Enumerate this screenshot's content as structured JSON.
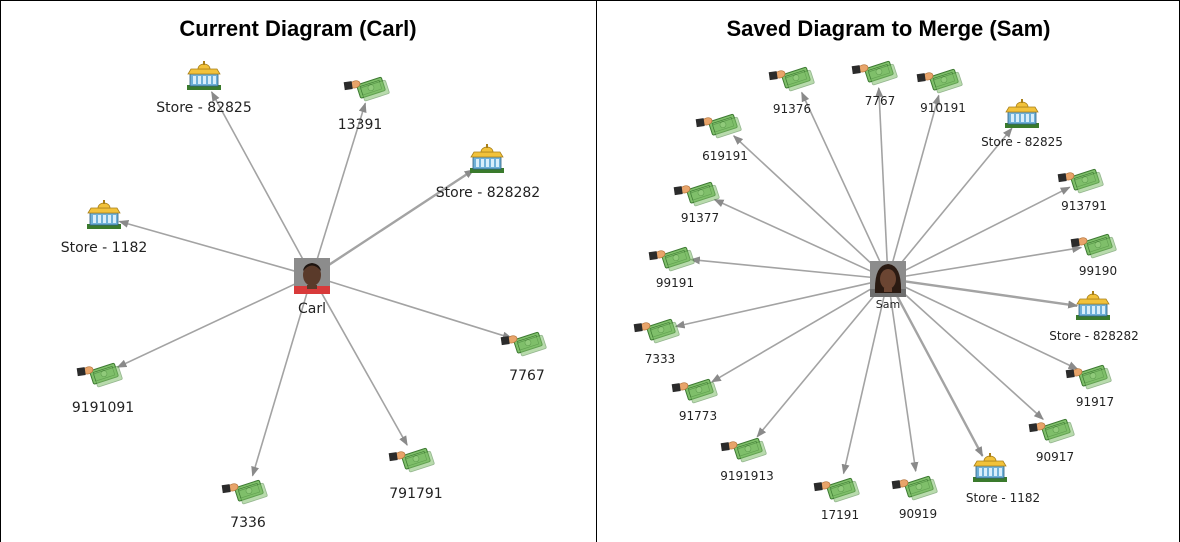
{
  "panels": [
    {
      "title": "Current Diagram (Carl)",
      "center": {
        "label": "Carl"
      },
      "nodes": [
        {
          "type": "store",
          "label": "Store - 82825"
        },
        {
          "type": "money",
          "label": "13391"
        },
        {
          "type": "store",
          "label": "Store - 828282"
        },
        {
          "type": "store",
          "label": "Store - 1182"
        },
        {
          "type": "money",
          "label": "7767"
        },
        {
          "type": "money",
          "label": "9191091"
        },
        {
          "type": "money",
          "label": "791791"
        },
        {
          "type": "money",
          "label": "7336"
        }
      ]
    },
    {
      "title": "Saved Diagram to Merge (Sam)",
      "center": {
        "label": "Sam"
      },
      "nodes": [
        {
          "type": "money",
          "label": "91376"
        },
        {
          "type": "money",
          "label": "7767"
        },
        {
          "type": "money",
          "label": "910191"
        },
        {
          "type": "store",
          "label": "Store - 82825"
        },
        {
          "type": "money",
          "label": "619191"
        },
        {
          "type": "money",
          "label": "913791"
        },
        {
          "type": "money",
          "label": "91377"
        },
        {
          "type": "money",
          "label": "99190"
        },
        {
          "type": "money",
          "label": "99191"
        },
        {
          "type": "store",
          "label": "Store - 828282"
        },
        {
          "type": "money",
          "label": "7333"
        },
        {
          "type": "money",
          "label": "91917"
        },
        {
          "type": "money",
          "label": "91773"
        },
        {
          "type": "money",
          "label": "90917"
        },
        {
          "type": "money",
          "label": "9191913"
        },
        {
          "type": "store",
          "label": "Store - 1182"
        },
        {
          "type": "money",
          "label": "17191"
        },
        {
          "type": "money",
          "label": "90919"
        }
      ]
    }
  ],
  "colors": {
    "edge": "#a3a3a3",
    "bill": "#7fbf6a",
    "bill_dark": "#3d7a32",
    "sleeve": "#2b2b2b",
    "hand": "#e8a46a",
    "store_roof": "#f2c23a",
    "store_wall": "#6fb0d8",
    "store_base": "#3a7a2c"
  }
}
